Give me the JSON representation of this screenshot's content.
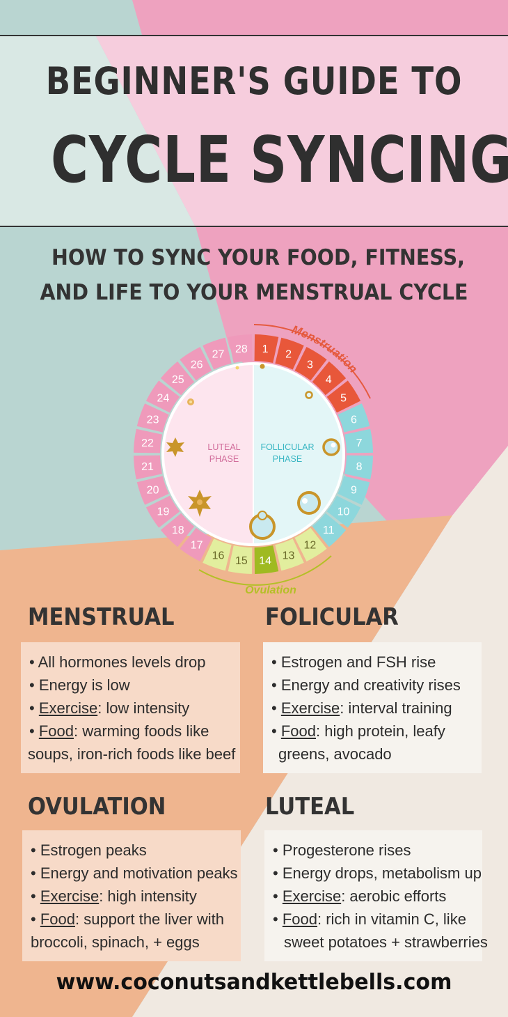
{
  "title": {
    "line1": "BEGINNER'S GUIDE TO",
    "line2": "CYCLE SYNCING"
  },
  "subtitle": {
    "line1": "HOW TO SYNC YOUR FOOD, FITNESS,",
    "line2": "AND LIFE TO YOUR MENSTRUAL CYCLE"
  },
  "wheel": {
    "days": [
      "1",
      "2",
      "3",
      "4",
      "5",
      "6",
      "7",
      "8",
      "9",
      "10",
      "11",
      "12",
      "13",
      "14",
      "15",
      "16",
      "17",
      "18",
      "19",
      "20",
      "21",
      "22",
      "23",
      "24",
      "25",
      "26",
      "27",
      "28"
    ],
    "luteal_label": [
      "LUTEAL",
      "PHASE"
    ],
    "follicular_label": [
      "FOLLICULAR",
      "PHASE"
    ],
    "menstruation_label": "Menstruation",
    "ovulation_label": "Ovulation"
  },
  "colors": {
    "menstrual": "#e8573a",
    "follicular": "#8dd7dc",
    "ovulation_light": "#e2ee9e",
    "ovulation_peak": "#9fba21",
    "luteal": "#ef9abb",
    "menstruation_script": "#e55a3f",
    "ovulation_script": "#b4bf27"
  },
  "sections": {
    "menstrual": {
      "heading": "MENSTRUAL",
      "l1": "All hormones levels drop",
      "l2": "Energy is low",
      "l3_key": "Exercise",
      "l3_val": ": low intensity",
      "l4_key": "Food",
      "l4_val": ": warming foods like",
      "l5": "soups, iron-rich foods like beef"
    },
    "follicular": {
      "heading": "FOLICULAR",
      "l1": "Estrogen and FSH rise",
      "l2": "Energy and creativity rises",
      "l3_key": "Exercise",
      "l3_val": ": interval training",
      "l4_key": "Food",
      "l4_val": ": high protein, leafy",
      "l5": "greens, avocado"
    },
    "ovulation": {
      "heading": "OVULATION",
      "l1": "Estrogen peaks",
      "l2": "Energy and motivation peaks",
      "l3_key": "Exercise",
      "l3_val": ": high intensity",
      "l4_key": "Food",
      "l4_val": ": support the liver with",
      "l5": "broccoli, spinach, + eggs"
    },
    "luteal": {
      "heading": "LUTEAL",
      "l1": "Progesterone rises",
      "l2": "Energy drops, metabolism up",
      "l3_key": "Exercise",
      "l3_val": ": aerobic efforts",
      "l4_key": "Food",
      "l4_val": ": rich in vitamin C, like",
      "l5": "sweet potatoes + strawberries"
    }
  },
  "footer": "www.coconutsandkettlebells.com"
}
